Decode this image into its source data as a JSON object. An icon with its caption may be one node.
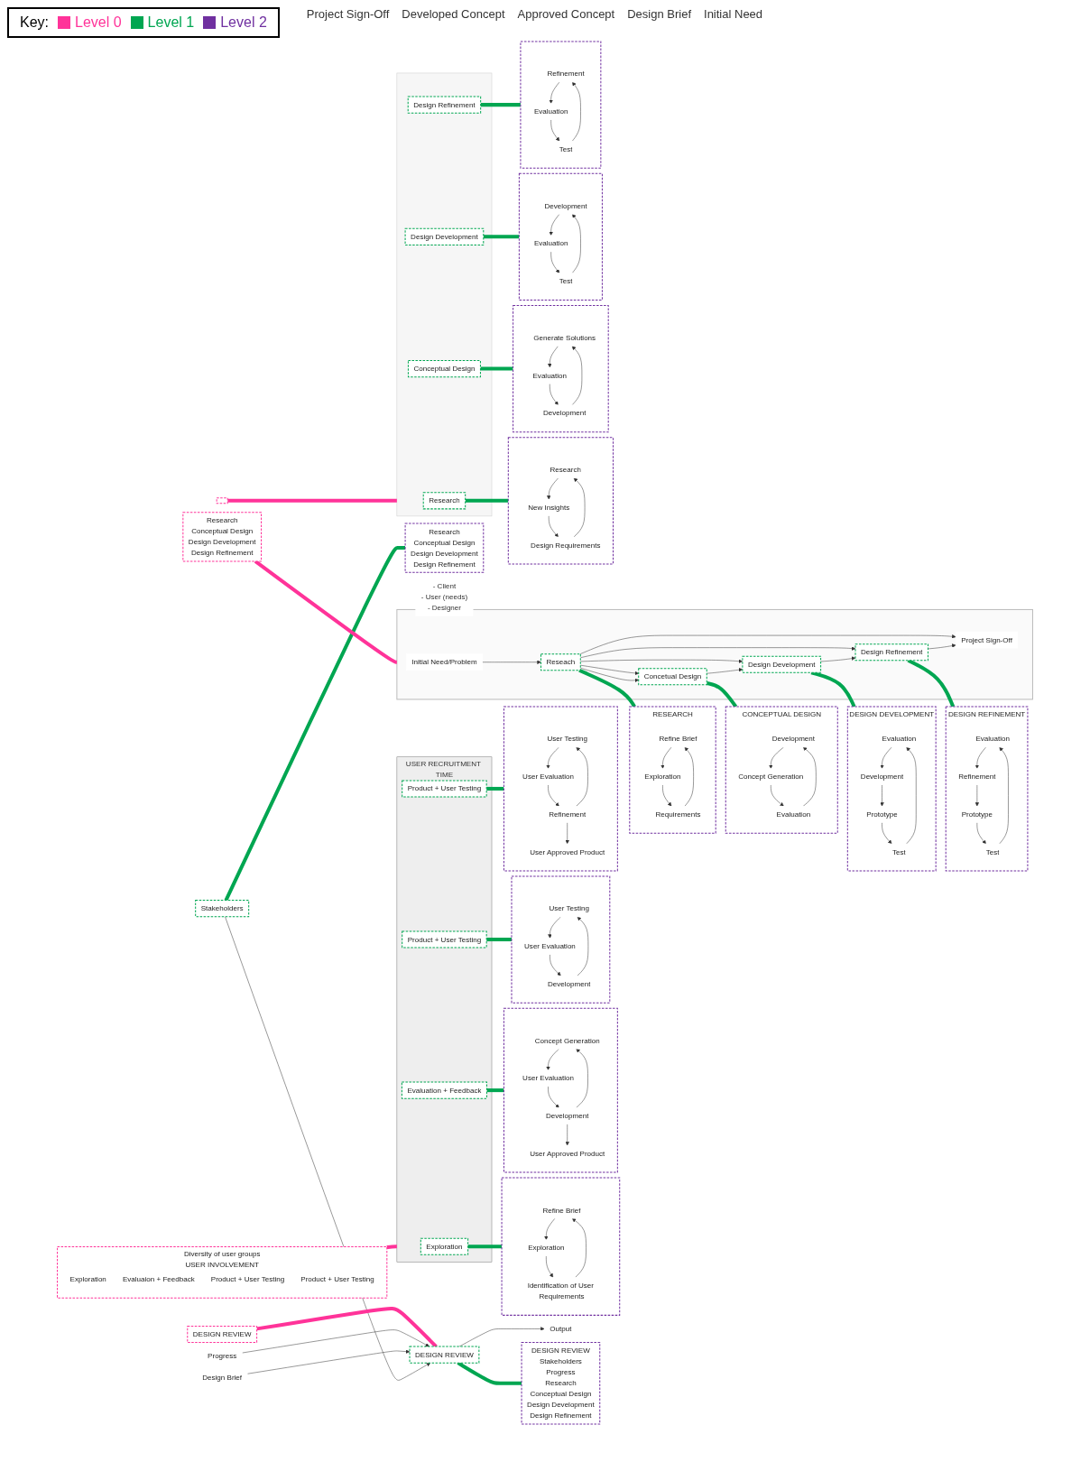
{
  "diagram": {
    "nodes": [
      {
        "text": [
          "CONCEPTUAL DESIGN"
        ]
      },
      {
        "text": [
          "Development"
        ],
        "in": 0
      },
      {
        "text": [
          "Evaluation"
        ],
        "in": 0
      },
      {
        "text": [
          "Concept Generation"
        ],
        "in": 0
      },
      {
        "text": [
          "RESEARCH"
        ]
      },
      {
        "text": [
          "Refine Brief"
        ],
        "in": 4
      },
      {
        "text": [
          "Requirements"
        ],
        "in": 4
      },
      {
        "text": [
          "Exploration"
        ],
        "in": 4
      },
      {
        "text": [
          "DESIGN DEVELOPMENT"
        ]
      },
      {
        "text": [
          "Evaluation"
        ],
        "in": 8
      },
      {
        "text": [
          "Test"
        ],
        "in": 8
      },
      {
        "text": [
          "Development"
        ],
        "in": 8
      },
      {
        "text": [
          "Prototype"
        ],
        "in": 8
      },
      {
        "text": [
          "DESIGN REFINEMENT"
        ]
      },
      {
        "text": [
          "Evaluation"
        ],
        "in": 13
      },
      {
        "text": [
          "Test"
        ],
        "in": 13
      },
      {
        "text": [
          "Refinement"
        ],
        "in": 13
      },
      {
        "text": [
          "Prototype"
        ],
        "in": 13
      },
      {
        "text": [],
        "shape": "box"
      },
      {
        "text": [
          "Refine Brief"
        ],
        "in": 18
      },
      {
        "text": [
          "Exploration"
        ],
        "in": 18
      },
      {
        "text": [
          "Identification of User Requirements"
        ],
        "in": 18
      },
      {
        "text": [],
        "shape": "box"
      },
      {
        "text": [
          "Concept Generation"
        ],
        "in": 22
      },
      {
        "text": [
          "User Evaluation"
        ],
        "in": 22
      },
      {
        "text": [
          "Development"
        ],
        "in": 22
      },
      {
        "text": [
          "User Approved Product"
        ],
        "in": 22
      },
      {
        "text": [],
        "shape": "box"
      },
      {
        "text": [
          "User Testing"
        ],
        "in": 27
      },
      {
        "text": [
          "User Evaluation"
        ],
        "in": 27
      },
      {
        "text": [
          "Development"
        ],
        "in": 27
      },
      {
        "text": [],
        "shape": "box"
      },
      {
        "text": [
          "User Testing"
        ],
        "in": 31
      },
      {
        "text": [
          "User Evaluation"
        ],
        "in": 31
      },
      {
        "text": [
          "Refinement"
        ],
        "in": 31
      },
      {
        "text": [
          "User Approved Product"
        ],
        "in": 31
      },
      {
        "text": [],
        "shape": "box"
      },
      {
        "text": [
          "Initial Need/Problem"
        ],
        "in": 36
      },
      {
        "text": [
          "Reseach"
        ],
        "in": 36
      },
      {
        "text": [
          "Concetual Design"
        ],
        "in": 36
      },
      {
        "text": [
          "Design Development"
        ],
        "in": 36
      },
      {
        "text": [
          "Design Refinement"
        ],
        "in": 36
      },
      {
        "text": [
          "Project Sign-Off"
        ],
        "in": 36
      },
      {
        "text": [
          "Diversity of user groups",
          "USER INVOLVEMENT"
        ]
      },
      {
        "text": [
          "Exploration"
        ],
        "in": 43
      },
      {
        "text": [
          "Evaluaion + Feedback"
        ],
        "in": 43
      },
      {
        "text": [
          "Product + User Testing"
        ],
        "in": 43
      },
      {
        "text": [
          "Product + User Testing"
        ],
        "in": 43
      },
      {
        "text": [
          "USER RECRUITMENT TIME"
        ]
      },
      {
        "text": [
          "Exploration"
        ],
        "in": 48
      },
      {
        "text": [
          "Evaluation + Feedback"
        ],
        "in": 48
      },
      {
        "text": [
          "Product + User Testing"
        ],
        "in": 48
      },
      {
        "text": [
          "Product + User Testing"
        ],
        "in": 48
      },
      {
        "text": [
          "Research",
          "Conceptual Design",
          "Design Development",
          "Design Refinement"
        ]
      },
      {
        "text": [],
        "shape": "box"
      },
      {
        "text": [
          "DESIGN REVIEW"
        ]
      },
      {
        "text": [
          "Research",
          "Conceptual Design",
          "Design Development",
          "Design Refinement"
        ]
      },
      {
        "text": [
          "Stakeholders"
        ],
        "beside": [
          "- Client",
          "- User (needs)",
          "- Designer"
        ]
      },
      {
        "text": [
          "DESIGN REVIEW"
        ]
      },
      {
        "text": [
          "Design Brief"
        ]
      },
      {
        "text": [
          "Output"
        ]
      },
      {
        "text": [
          "Progress"
        ]
      },
      {
        "text": [
          "DESIGN REVIEW",
          "Stakeholders",
          "Progress",
          "Research",
          "Conceptual Design",
          "Design Development",
          "Design Refinement"
        ]
      },
      {
        "text": [],
        "shape": "picture"
      },
      {
        "text": [
          "Research"
        ],
        "in": 63
      },
      {
        "text": [
          "Conceptual Design"
        ],
        "in": 63
      },
      {
        "text": [
          "Design Development"
        ],
        "in": 63
      },
      {
        "text": [
          "Design Refinement"
        ],
        "in": 63
      },
      {
        "text": [],
        "shape": "box"
      },
      {
        "text": [
          "Research"
        ],
        "in": 68
      },
      {
        "text": [
          "New Insights"
        ],
        "in": 68
      },
      {
        "text": [
          "Design Requirements"
        ],
        "in": 68
      },
      {
        "text": [],
        "shape": "box"
      },
      {
        "text": [
          "Generate Solutions"
        ],
        "in": 72
      },
      {
        "text": [
          "Evaluation"
        ],
        "in": 72
      },
      {
        "text": [
          "Development"
        ],
        "in": 72
      },
      {
        "text": [],
        "shape": "box"
      },
      {
        "text": [
          "Development"
        ],
        "in": 76
      },
      {
        "text": [
          "Evaluation"
        ],
        "in": 76
      },
      {
        "text": [
          "Test"
        ],
        "in": 76
      },
      {
        "text": [],
        "shape": "box"
      },
      {
        "text": [
          "Refinement"
        ],
        "in": 80
      },
      {
        "text": [
          "Evaluation"
        ],
        "in": 80
      },
      {
        "text": [
          "Test"
        ],
        "in": 80
      }
    ],
    "edges": [
      {
        "from": 2,
        "to": 1,
        "arrow": "to"
      },
      {
        "from": 1,
        "to": 3,
        "arrow": "to"
      },
      {
        "from": 3,
        "to": 2,
        "arrow": "to"
      },
      {
        "from": 6,
        "to": 5,
        "arrow": "to"
      },
      {
        "from": 5,
        "to": 7,
        "arrow": "to"
      },
      {
        "from": 7,
        "to": 6,
        "arrow": "to"
      },
      {
        "from": 10,
        "to": 9,
        "arrow": "to"
      },
      {
        "from": 9,
        "to": 11,
        "arrow": "to"
      },
      {
        "from": 11,
        "to": 12,
        "arrow": "to"
      },
      {
        "from": 12,
        "to": 10,
        "arrow": "to"
      },
      {
        "from": 15,
        "to": 14,
        "arrow": "to"
      },
      {
        "from": 14,
        "to": 16,
        "arrow": "to"
      },
      {
        "from": 16,
        "to": 17,
        "arrow": "to"
      },
      {
        "from": 17,
        "to": 15,
        "arrow": "to"
      },
      {
        "from": 19,
        "to": 20,
        "arrow": "to"
      },
      {
        "from": 20,
        "to": 21,
        "arrow": "to"
      },
      {
        "from": 21,
        "to": 19,
        "arrow": "to"
      },
      {
        "from": 23,
        "to": 24,
        "arrow": "to"
      },
      {
        "from": 24,
        "to": 25,
        "arrow": "to"
      },
      {
        "from": 25,
        "to": 23,
        "arrow": "to"
      },
      {
        "from": 25,
        "to": 26,
        "arrow": "to"
      },
      {
        "from": 28,
        "to": 29,
        "arrow": "to"
      },
      {
        "from": 29,
        "to": 30,
        "arrow": "to"
      },
      {
        "from": 30,
        "to": 28,
        "arrow": "to"
      },
      {
        "from": 32,
        "to": 33,
        "arrow": "to"
      },
      {
        "from": 33,
        "to": 34,
        "arrow": "to"
      },
      {
        "from": 34,
        "to": 32,
        "arrow": "to"
      },
      {
        "from": 34,
        "to": 35,
        "arrow": "to"
      },
      {
        "from": 37,
        "to": 38,
        "arrow": "to"
      },
      {
        "from": 38,
        "to": 39,
        "arrow": "to"
      },
      {
        "from": 39,
        "to": 40,
        "arrow": "to"
      },
      {
        "from": 40,
        "to": 41,
        "arrow": "to"
      },
      {
        "from": 41,
        "to": 42,
        "arrow": "to"
      },
      {
        "from": 38,
        "to": 39,
        "arrow": "to"
      },
      {
        "from": 38,
        "to": 40,
        "arrow": "to"
      },
      {
        "from": 38,
        "to": 41,
        "arrow": "to"
      },
      {
        "from": 38,
        "to": 42,
        "arrow": "to"
      },
      {
        "from": 57,
        "to": 58,
        "arrow": "to"
      },
      {
        "from": 59,
        "to": 58,
        "arrow": "to"
      },
      {
        "from": 61,
        "to": 58,
        "arrow": "to"
      },
      {
        "from": 58,
        "to": 60,
        "arrow": "to"
      },
      {
        "from": 69,
        "to": 70,
        "arrow": "to"
      },
      {
        "from": 70,
        "to": 71,
        "arrow": "to"
      },
      {
        "from": 71,
        "to": 69,
        "arrow": "to"
      },
      {
        "from": 73,
        "to": 74,
        "arrow": "to"
      },
      {
        "from": 74,
        "to": 75,
        "arrow": "to"
      },
      {
        "from": 75,
        "to": 73,
        "arrow": "to"
      },
      {
        "from": 77,
        "to": 78,
        "arrow": "to"
      },
      {
        "from": 78,
        "to": 79,
        "arrow": "to"
      },
      {
        "from": 79,
        "to": 77,
        "arrow": "to"
      },
      {
        "from": 81,
        "to": 82,
        "arrow": "to"
      },
      {
        "from": 82,
        "to": 83,
        "arrow": "to"
      },
      {
        "from": 83,
        "to": 81,
        "arrow": "to"
      },
      {
        "from": 38,
        "to": 4,
        "arrow": "none",
        "style": "thick",
        "color": "#00a651"
      },
      {
        "from": 39,
        "to": 0,
        "arrow": "none",
        "style": "thick",
        "color": "#00a651"
      },
      {
        "from": 40,
        "to": 8,
        "arrow": "none",
        "style": "thick",
        "color": "#00a651"
      },
      {
        "from": 41,
        "to": 13,
        "arrow": "none",
        "style": "thick",
        "color": "#00a651"
      },
      {
        "from": 49,
        "to": 18,
        "arrow": "none",
        "style": "thick",
        "color": "#00a651"
      },
      {
        "from": 50,
        "to": 22,
        "arrow": "none",
        "style": "thick",
        "color": "#00a651"
      },
      {
        "from": 51,
        "to": 27,
        "arrow": "none",
        "style": "thick",
        "color": "#00a651"
      },
      {
        "from": 52,
        "to": 31,
        "arrow": "none",
        "style": "thick",
        "color": "#00a651"
      },
      {
        "from": 57,
        "to": 56,
        "arrow": "none",
        "style": "thick",
        "color": "#00a651"
      },
      {
        "from": 58,
        "to": 62,
        "arrow": "none",
        "style": "thick",
        "color": "#00a651"
      },
      {
        "from": 64,
        "to": 68,
        "arrow": "none",
        "style": "thick",
        "color": "#00a651"
      },
      {
        "from": 65,
        "to": 72,
        "arrow": "none",
        "style": "thick",
        "color": "#00a651"
      },
      {
        "from": 66,
        "to": 76,
        "arrow": "none",
        "style": "thick",
        "color": "#00a651"
      },
      {
        "from": 67,
        "to": 80,
        "arrow": "none",
        "style": "thick",
        "color": "#00a651"
      },
      {
        "from": 53,
        "to": 36,
        "arrow": "none",
        "style": "thick",
        "color": "#ff3399"
      },
      {
        "from": 43,
        "to": 48,
        "arrow": "none",
        "style": "thick",
        "color": "#ff3399"
      },
      {
        "from": 54,
        "to": 63,
        "arrow": "none",
        "style": "thick",
        "color": "#ff3399"
      },
      {
        "from": 55,
        "to": 58,
        "arrow": "none",
        "style": "thick",
        "color": "#ff3399"
      }
    ],
    "labels": [
      "Key:",
      "Project Sign-Off",
      "Developed Concept",
      "Approved Concept",
      "Design Brief",
      "Initial Need"
    ],
    "legend": [
      {
        "text": "Level 0",
        "color": "#ff3399"
      },
      {
        "text": "Level 1",
        "color": "#00a651"
      },
      {
        "text": "Level 2",
        "color": "#7030a0"
      }
    ]
  }
}
